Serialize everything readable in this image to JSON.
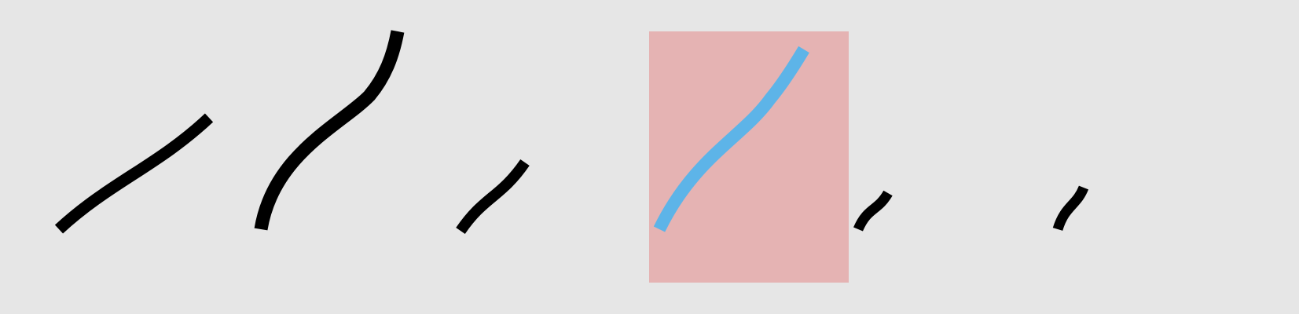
{
  "colors": {
    "background": "#e6e6e6",
    "stroke_default": "#000000",
    "stroke_highlight": "#5db4e8",
    "highlight_box": "#e5b3b3"
  },
  "strokes": [
    {
      "id": "stroke-1",
      "highlighted": false
    },
    {
      "id": "stroke-2",
      "highlighted": false
    },
    {
      "id": "stroke-3",
      "highlighted": false
    },
    {
      "id": "stroke-4",
      "highlighted": true
    },
    {
      "id": "stroke-5",
      "highlighted": false
    },
    {
      "id": "stroke-6",
      "highlighted": false
    }
  ]
}
